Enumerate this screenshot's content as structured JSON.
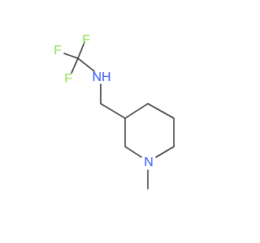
{
  "molecule": {
    "colors": {
      "bond": "#3a3a3a",
      "carbon": "#3a3a3a",
      "nitrogen": "#3050f8",
      "fluorine": "#90e050"
    },
    "atoms": {
      "f_top": {
        "element": "F",
        "label": "F"
      },
      "f_left": {
        "element": "F",
        "label": "F"
      },
      "f_bottom": {
        "element": "F",
        "label": "F"
      },
      "nh": {
        "element": "N",
        "label": "NH"
      },
      "n_ring": {
        "element": "N",
        "label": "N"
      }
    }
  }
}
